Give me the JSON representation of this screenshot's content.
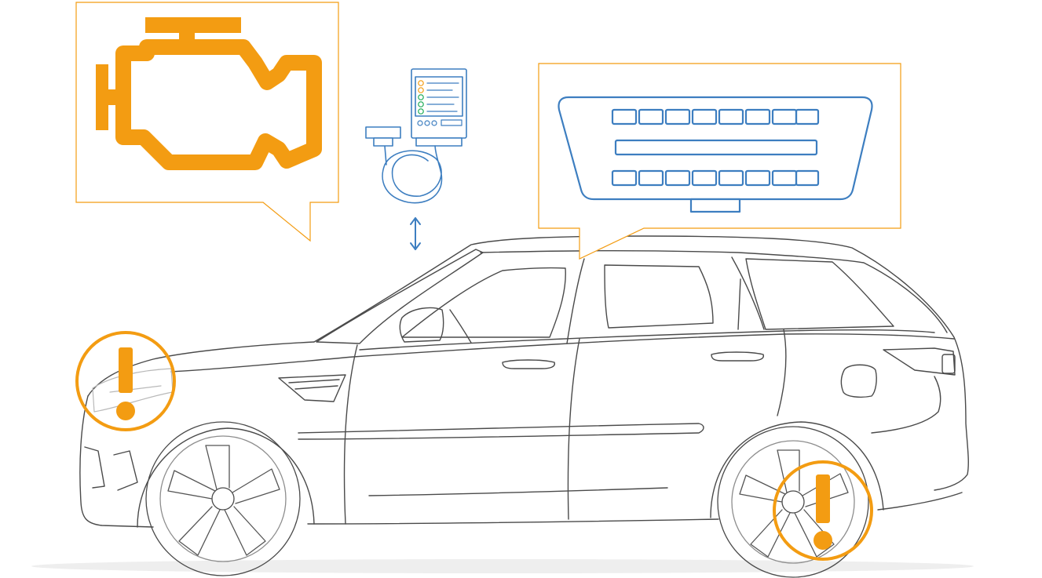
{
  "colors": {
    "accent": "#f39c12",
    "accent_dark": "#f09a0f",
    "device_blue": "#3d7ec0",
    "car_outline": "#4a4a4a",
    "car_outline_light": "#b9b9b9",
    "ground_shadow": "#eeeeee",
    "background": "#ffffff"
  },
  "icons": {
    "engine": "check-engine-icon",
    "scanner": "obd-scanner-icon",
    "connector": "obd-port-icon",
    "arrow": "bidirectional-arrow-icon",
    "warning": "exclamation-icon"
  },
  "scanner_checklist": [
    "warning",
    "warning",
    "ok",
    "ok",
    "ok",
    "ok"
  ]
}
